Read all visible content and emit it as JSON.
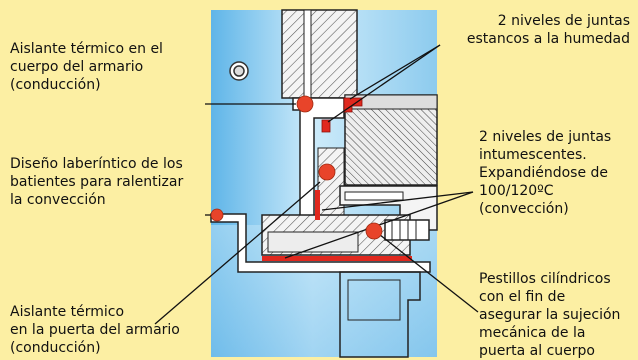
{
  "labels": {
    "insulation_body": "Aislante térmico en el\ncuerpo del armario\n(conducción)",
    "labyrinth": "Diseño laberíntico de los\nbatientes para ralentizar\nla convección",
    "insulation_door": "Aislante térmico\nen la puerta del armario\n(conducción)",
    "moisture_seals": "2 niveles de juntas\nestancos a la humedad",
    "intumescent_seals": "2 niveles de juntas\nintumescentes.\nExpandiéndose de\n100/120ºC\n(convección)",
    "bolts": "Pestillos cilíndricos\ncon el fin de\nasegurar la sujeción\nmecánica de la\npuerta al cuerpo"
  },
  "colors": {
    "background": "#FCEFA3",
    "panel_blue": "#9FD4F0",
    "insulation_marker": "#E8442A",
    "seal_red": "#E0281E",
    "hatch": "#555555",
    "leader": "#111111"
  }
}
